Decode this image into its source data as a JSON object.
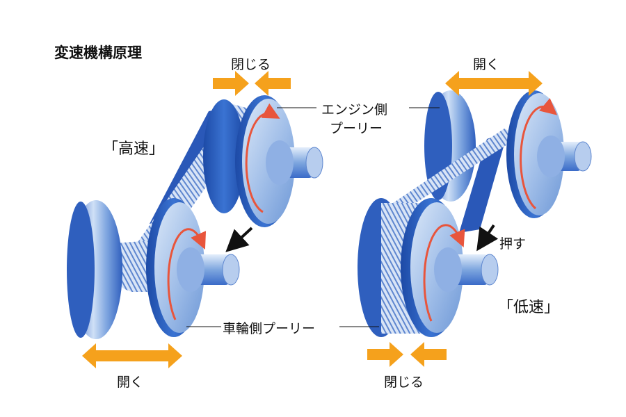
{
  "diagram": {
    "title": "変速機構原理",
    "high_speed": {
      "label": "「高速」",
      "engine_arrow_label": "閉じる",
      "wheel_arrow_label": "開く"
    },
    "low_speed": {
      "label": "「低速」",
      "engine_arrow_label": "開く",
      "wheel_arrow_label": "閉じる",
      "push_label": "押す"
    },
    "engine_pulley_label": [
      "エンジン側",
      "プーリー"
    ],
    "wheel_pulley_label": "車輪側プーリー"
  },
  "colors": {
    "pulley_blue": "#2f64c8",
    "pulley_light": "#b6cfee",
    "arrow_orange": "#f5a11c",
    "rotation_red": "#e8553c"
  }
}
